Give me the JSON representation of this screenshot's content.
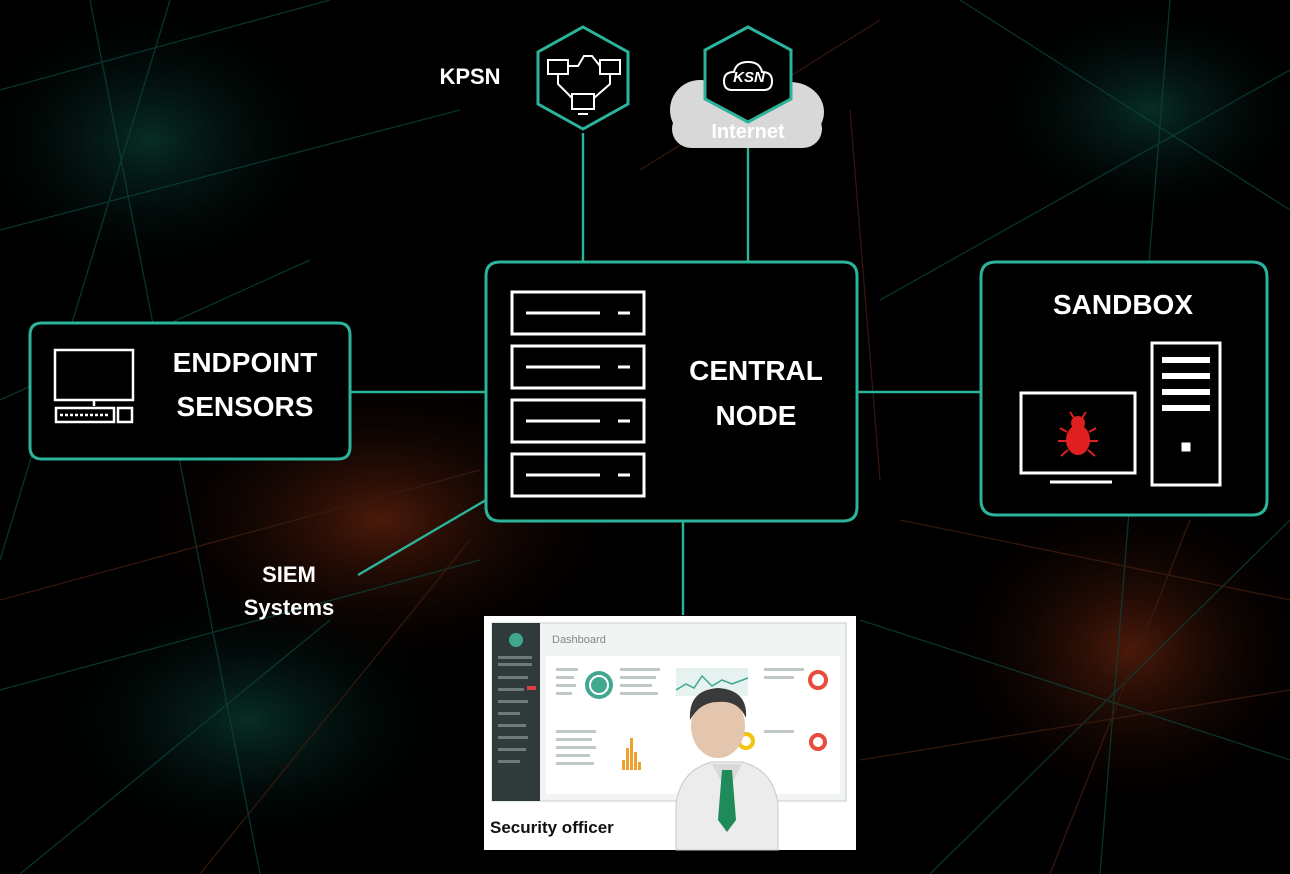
{
  "nodes": {
    "kpsn": "KPSN",
    "ksn": "KSN",
    "internet": "Internet",
    "central_node_line1": "CENTRAL",
    "central_node_line2": "NODE",
    "endpoint_line1": "ENDPOINT",
    "endpoint_line2": "SENSORS",
    "sandbox": "SANDBOX",
    "siem_line1": "SIEM",
    "siem_line2": "Systems",
    "officer": "Security officer",
    "dashboard_title": "Dashboard"
  },
  "colors": {
    "background": "#000000",
    "accent": "#2bb39b",
    "text": "#ffffff",
    "malware": "#e02020",
    "network_glow_red": "#7a2a14",
    "network_glow_green": "#0e4a40"
  },
  "icons": [
    "network-topology-icon",
    "cloud-icon",
    "server-rack-icon",
    "desktop-computer-icon",
    "bug-icon",
    "tower-server-icon",
    "person-icon"
  ]
}
